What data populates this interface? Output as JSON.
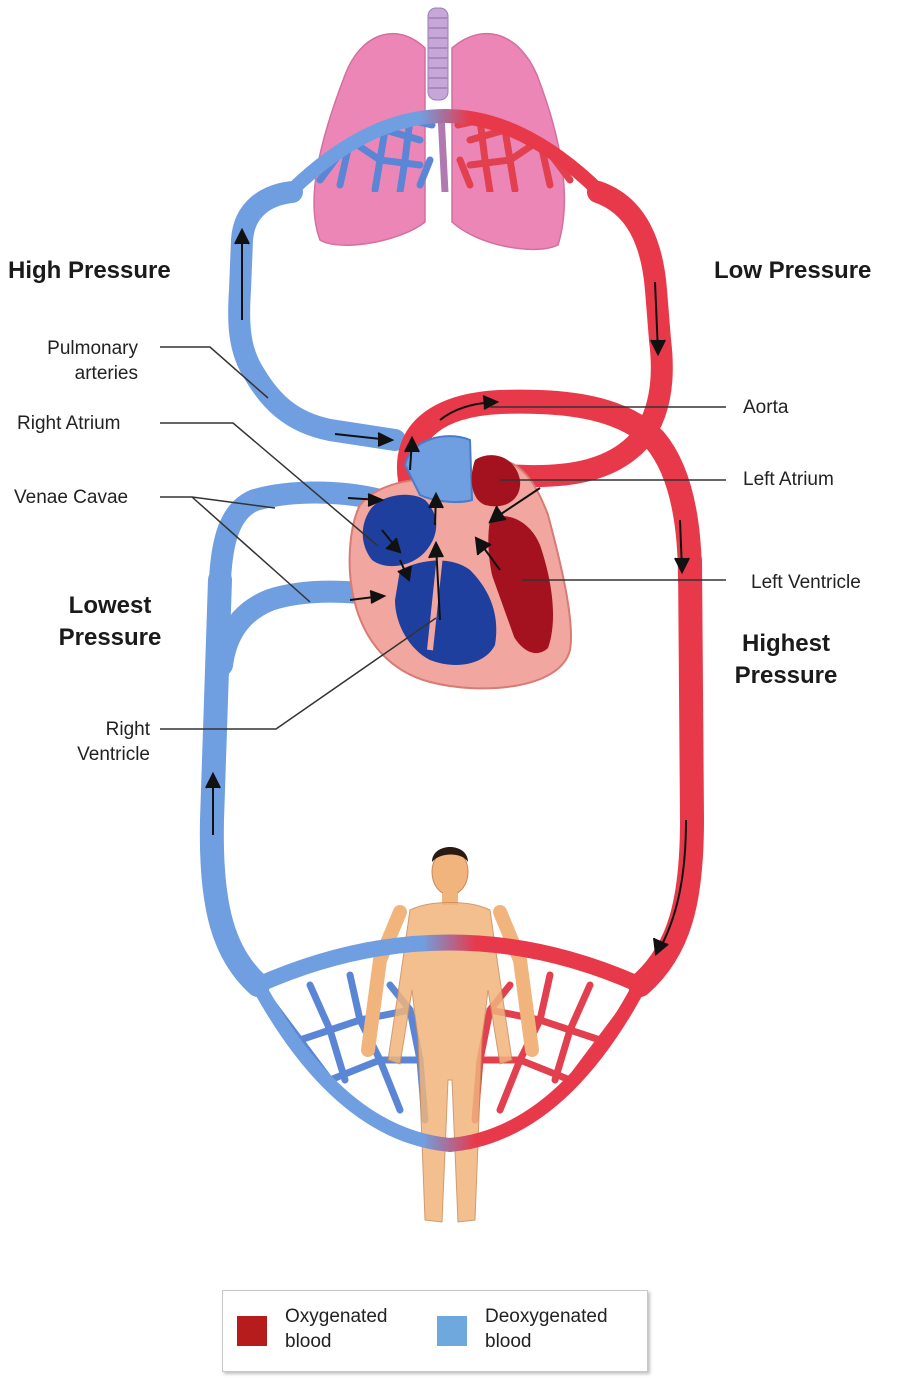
{
  "pressure_labels": {
    "high": "High Pressure",
    "low": "Low Pressure",
    "lowest": "Lowest\nPressure",
    "highest": "Highest\nPressure"
  },
  "labels": {
    "pulmonary_arteries": "Pulmonary\narteries",
    "right_atrium": "Right Atrium",
    "venae_cavae": "Venae Cavae",
    "right_ventricle": "Right\nVentricle",
    "aorta": "Aorta",
    "left_atrium": "Left Atrium",
    "left_ventricle": "Left Ventricle"
  },
  "legend": {
    "oxygenated": {
      "label": "Oxygenated\nblood",
      "color": "#b71c1c"
    },
    "deoxygenated": {
      "label": "Deoxygenated\nblood",
      "color": "#6fa8dc"
    }
  },
  "colors": {
    "artery_red": "#e8394a",
    "artery_dark": "#c81e30",
    "vein_blue": "#6f9fe0",
    "vein_dark": "#3f6fc4",
    "chamber_blue": "#1f3f9e",
    "chamber_red": "#a5121f",
    "heart_tissue": "#f2a6a0",
    "lung_pink": "#ec86b6",
    "skin": "#f1b47c",
    "trachea": "#c6a7d8"
  }
}
